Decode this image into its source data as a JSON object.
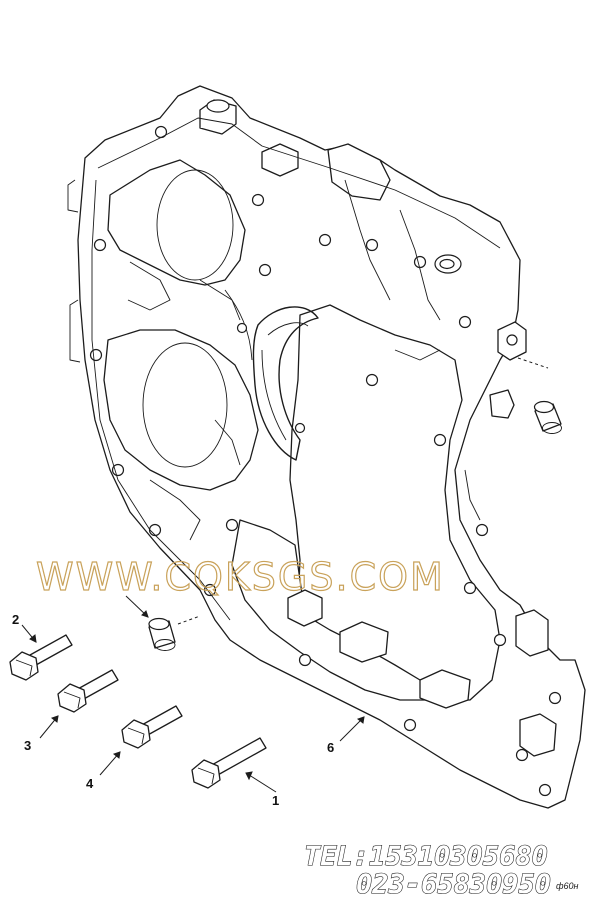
{
  "callouts": [
    {
      "id": "2",
      "label": "2"
    },
    {
      "id": "3",
      "label": "3"
    },
    {
      "id": "4",
      "label": "4"
    },
    {
      "id": "1",
      "label": "1"
    },
    {
      "id": "6",
      "label": "6"
    }
  ],
  "watermark": "WWW.CQKSGS.COM",
  "contact": {
    "tel": "TEL:15310305680",
    "phone": "023-65830950"
  },
  "drawing_code": "ф60н"
}
